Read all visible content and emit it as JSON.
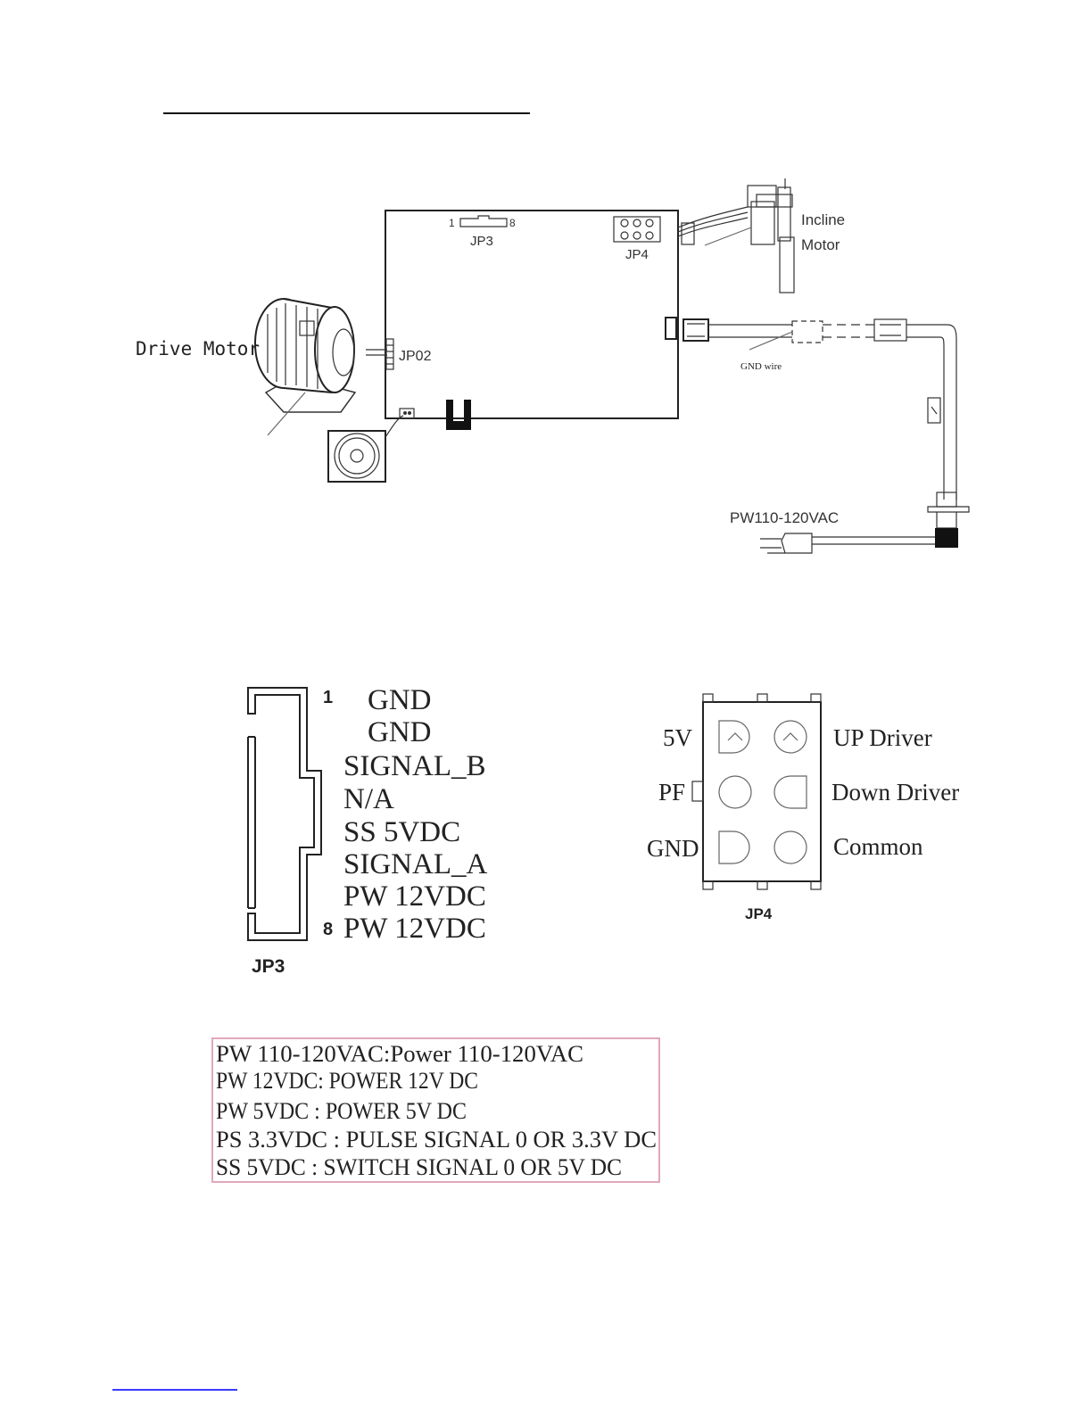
{
  "wiring_diagram": {
    "jp3_pin_start": "1",
    "jp3_pin_end": "8",
    "jp3_label": "JP3",
    "jp4_label": "JP4",
    "jp02_label": "JP02",
    "incline_motor_line1": "Incline",
    "incline_motor_line2": "Motor",
    "drive_motor_label": "Drive Motor",
    "gnd_wire_label": "GND wire",
    "power_input_label": "PW110-120VAC"
  },
  "jp3_connector": {
    "label": "JP3",
    "first_pin_number": "1",
    "last_pin_number": "8",
    "pins": [
      "GND",
      "GND",
      "SIGNAL_B",
      "N/A",
      "SS 5VDC",
      "SIGNAL_A",
      "PW 12VDC",
      "PW 12VDC"
    ]
  },
  "jp4_connector": {
    "label": "JP4",
    "left_labels": [
      "5V",
      "PF",
      "GND"
    ],
    "right_labels": [
      "UP Driver",
      "Down Driver",
      "Common"
    ]
  },
  "legend": {
    "lines": [
      "PW 110-120VAC:Power  110-120VAC",
      "PW 12VDC: POWER 12V DC",
      "PW 5VDC : POWER 5V DC",
      "PS 3.3VDC : PULSE SIGNAL 0 OR 3.3V DC",
      "SS 5VDC : SWITCH SIGNAL 0 OR 5V DC"
    ],
    "border_color": "#e0a8b8"
  },
  "colors": {
    "footer_link_line": "#3a3aff"
  }
}
